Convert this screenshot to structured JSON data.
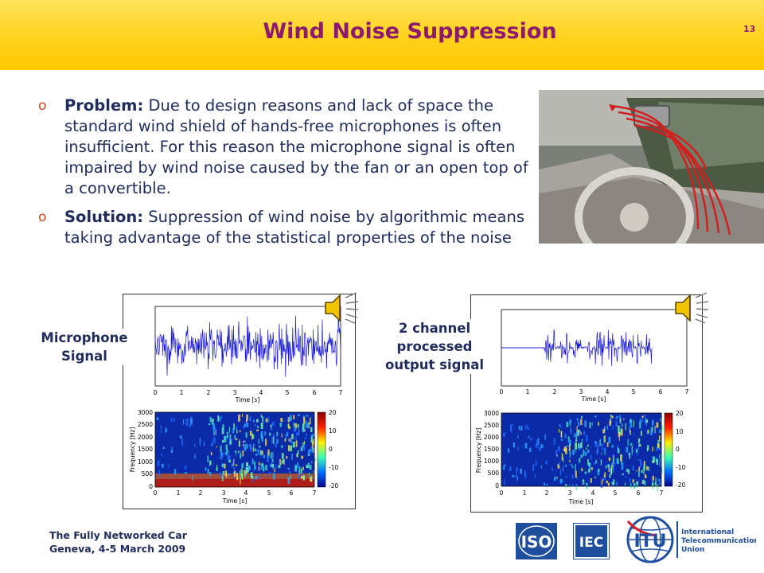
{
  "header": {
    "title": "Wind Noise Suppression",
    "page_number": "13"
  },
  "bullets": [
    {
      "marker": "o",
      "label": "Problem:",
      "text": "Due to design reasons and lack of space the standard wind shield of hands-free microphones is often insufficient. For this reason the microphone signal is often impaired by wind noise caused by the fan or an open top of a convertible."
    },
    {
      "marker": "o",
      "label": "Solution:",
      "text": "Suppression of wind noise by algorithmic means taking advantage of the statistical properties of the noise"
    }
  ],
  "panels": {
    "left_label_line1": "Microphone",
    "left_label_line2": "Signal",
    "right_label_line1": "2 channel",
    "right_label_line2": "processed",
    "right_label_line3": "output signal"
  },
  "plot_text": {
    "time_label": "Time [s]",
    "freq_label": "Frequency [Hz]",
    "time_ticks": [
      "0",
      "1",
      "2",
      "3",
      "4",
      "5",
      "6",
      "7"
    ],
    "freq_ticks": [
      "3000",
      "2500",
      "2000",
      "1500",
      "1000",
      "500",
      "0"
    ],
    "colorbar_ticks": [
      "20",
      "10",
      "0",
      "-10",
      "-20"
    ]
  },
  "footer": {
    "line1": "The Fully Networked Car",
    "line2": "Geneva, 4-5 March 2009"
  },
  "logos": {
    "iso": "ISO",
    "iec": "IEC",
    "itu": "ITU",
    "itu_line1": "International",
    "itu_line2": "Telecommunication",
    "itu_line3": "Union"
  },
  "colors": {
    "title": "#8e1a6d",
    "body_text": "#1f2c5c",
    "bullet_marker": "#d8471d",
    "header_yellow": "#ffd21c",
    "itu_blue": "#1f4fa0"
  },
  "icons": [
    "speaker-icon",
    "iso-logo",
    "iec-logo",
    "itu-logo"
  ]
}
